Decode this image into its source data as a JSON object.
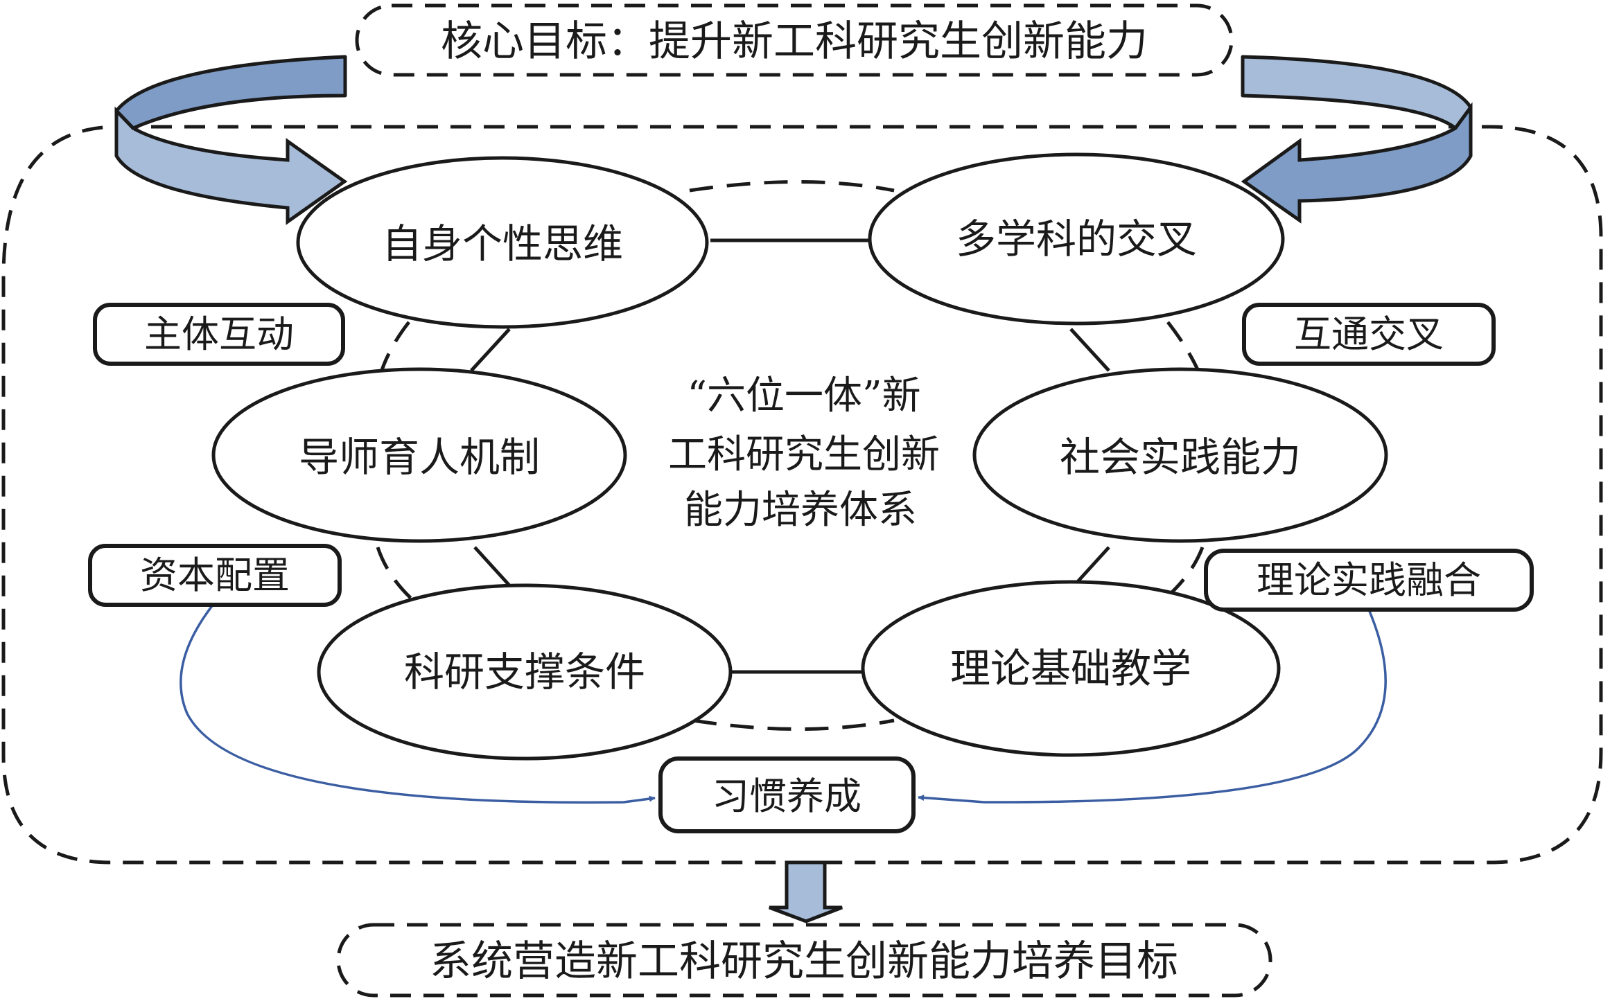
{
  "colors": {
    "arrow_dark": "#7f9cc6",
    "arrow_light": "#a7bcd9",
    "flow_line": "#3b5ea3",
    "stroke": "#1a1a1a"
  },
  "top_goal": "核心目标：提升新工科研究生创新能力",
  "bottom_goal": "系统营造新工科研究生创新能力培养目标",
  "center": {
    "line1": "“六位一体”新",
    "line2": "工科研究生创新",
    "line3": "能力培养体系"
  },
  "nodes": [
    {
      "id": "personal-thinking",
      "label": "自身个性思维"
    },
    {
      "id": "interdisciplinary",
      "label": "多学科的交叉"
    },
    {
      "id": "mentor-mechanism",
      "label": "导师育人机制"
    },
    {
      "id": "social-practice",
      "label": "社会实践能力"
    },
    {
      "id": "research-support",
      "label": "科研支撑条件"
    },
    {
      "id": "theory-teaching",
      "label": "理论基础教学"
    }
  ],
  "tags": [
    {
      "id": "subject-interaction",
      "label": "主体互动"
    },
    {
      "id": "interconnection",
      "label": "互通交叉"
    },
    {
      "id": "capital-allocation",
      "label": "资本配置"
    },
    {
      "id": "theory-practice",
      "label": "理论实践融合"
    },
    {
      "id": "habit-formation",
      "label": "习惯养成"
    }
  ]
}
